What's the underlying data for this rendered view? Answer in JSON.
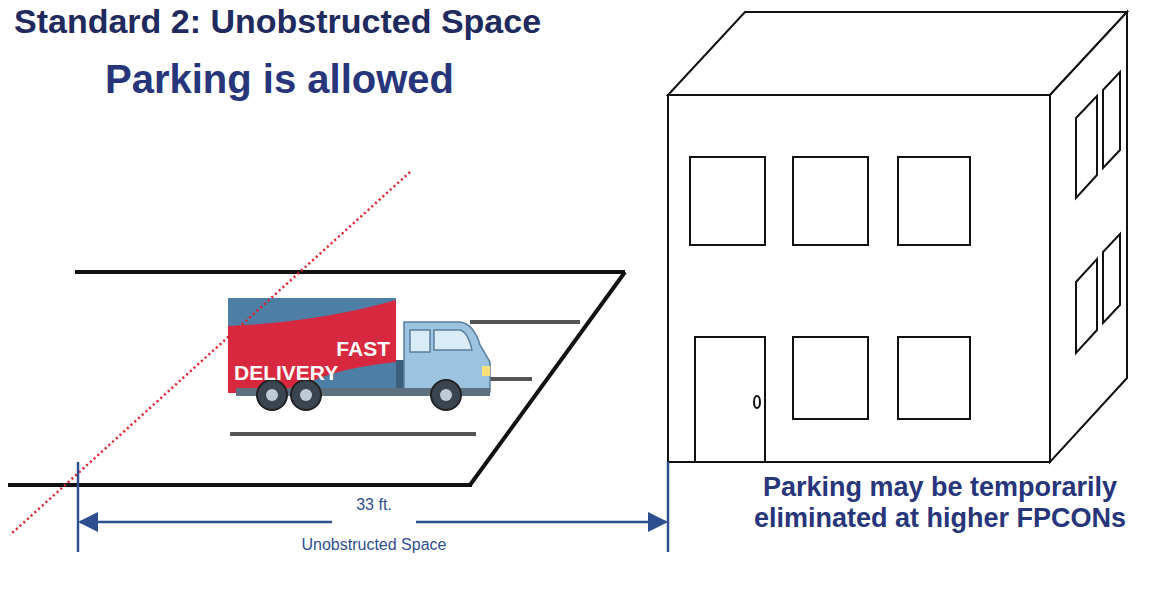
{
  "diagram": {
    "title": "Standard 2: Unobstructed Space",
    "labels": [
      "Parking is allowed",
      "FAST",
      "DELIVERY",
      "33 ft.",
      "Unobstructed Space",
      "Parking may be temporarily eliminated at higher FPCONs"
    ]
  }
}
